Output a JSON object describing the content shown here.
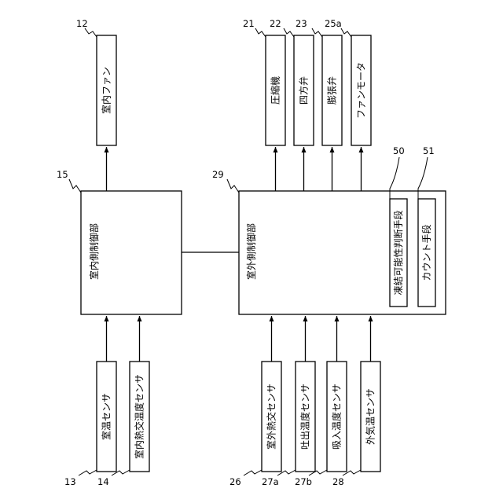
{
  "boxes": {
    "indoor_fan": "室内ファン",
    "compressor": "圧縮機",
    "four_way_valve": "四方弁",
    "expansion_valve": "膨張弁",
    "fan_motor": "ファンモータ",
    "indoor_controller": "室内側制御部",
    "outdoor_controller": "室外側制御部",
    "freeze_judge": "凍結可能性判断手段",
    "counter": "カウント手段",
    "room_temp_sensor": "室温センサ",
    "indoor_hx_sensor": "室内熱交温度センサ",
    "outdoor_hx_sensor": "室外熱交センサ",
    "discharge_sensor": "吐出温度センサ",
    "suction_sensor": "吸入温度センサ",
    "outside_air_sensor": "外気温センサ"
  },
  "refs": {
    "r12": "12",
    "r21": "21",
    "r22": "22",
    "r23": "23",
    "r25a": "25a",
    "r15": "15",
    "r29": "29",
    "r50": "50",
    "r51": "51",
    "r13": "13",
    "r14": "14",
    "r26": "26",
    "r27a": "27a",
    "r27b": "27b",
    "r28": "28"
  }
}
